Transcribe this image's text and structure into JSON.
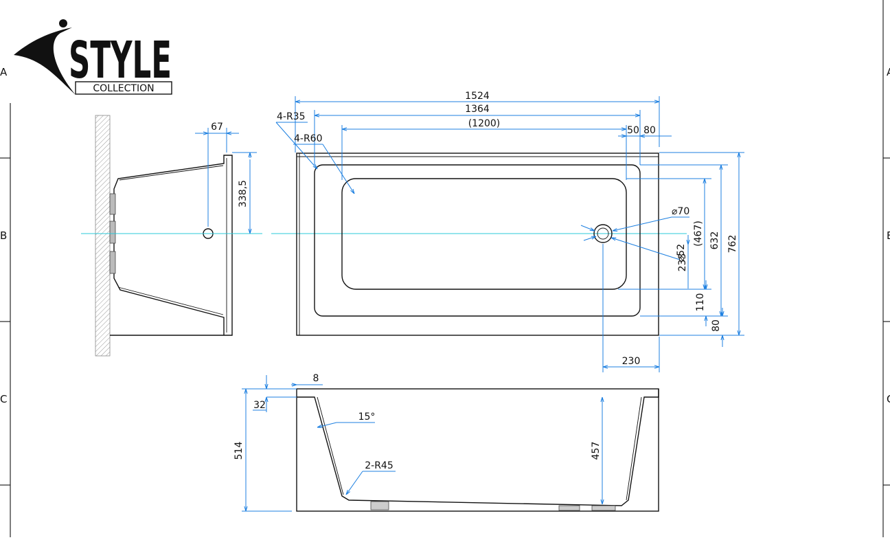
{
  "brand": {
    "logo_main": "STYLE",
    "logo_sub": "COLLECTION"
  },
  "zones": {
    "left": [
      "A",
      "B",
      "C"
    ],
    "right": [
      "A",
      "B",
      "C"
    ]
  },
  "dimensions": {
    "total_length": "1524",
    "inner_length": "1364",
    "bottom_length": "(1200)",
    "end_right_50": "50",
    "end_right_80": "80",
    "radius_outer": "4-R35",
    "radius_inner": "4-R60",
    "side_offset": "67",
    "side_height": "338,5",
    "drain_diameter": "⌀70",
    "drain_hole": "⌀52",
    "drain_to_edge_v": "233",
    "bottom_width": "(467)",
    "inner_width": "632",
    "total_width": "762",
    "front_110": "110",
    "front_80": "80",
    "drain_offset": "230",
    "rim_8": "8",
    "rim_32": "32",
    "total_height": "514",
    "angle": "15°",
    "bottom_radius": "2-R45",
    "inner_depth": "457"
  },
  "colors": {
    "dimension_line": "#1c7fe0",
    "center_line": "#28c8d8",
    "outline": "#111111"
  }
}
